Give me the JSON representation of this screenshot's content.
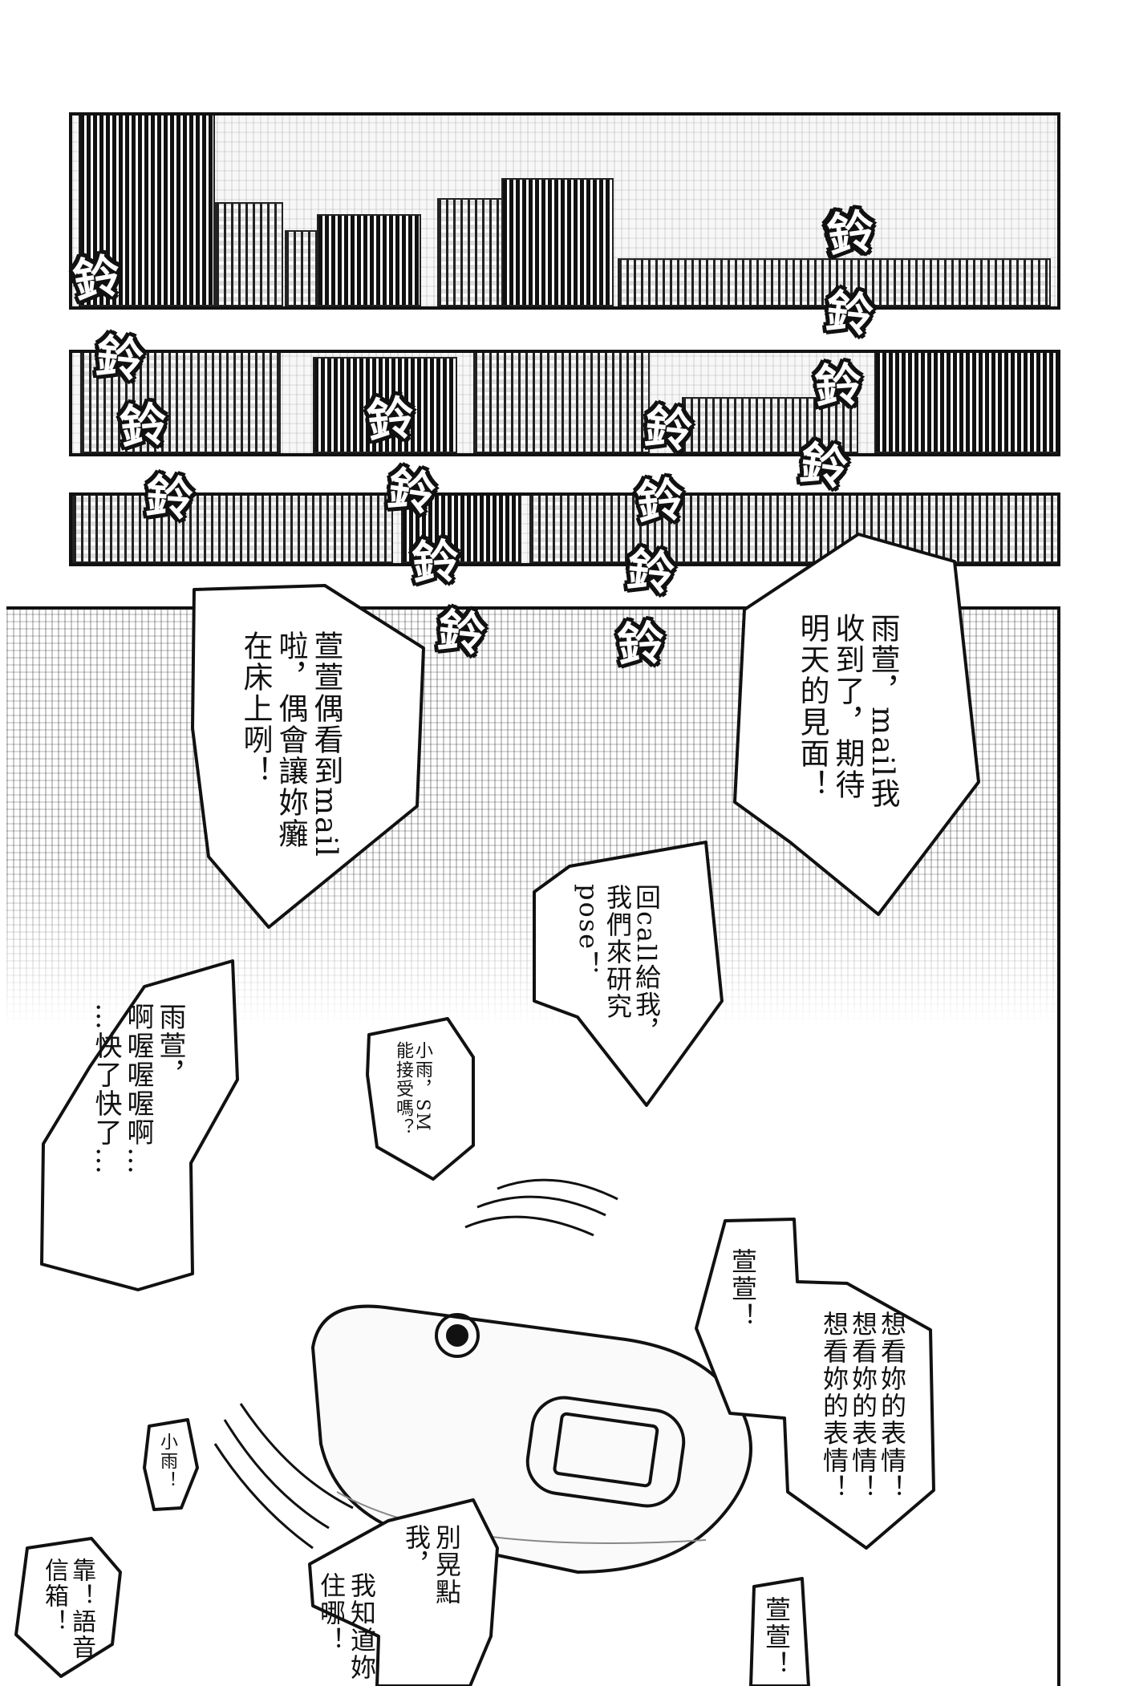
{
  "sfx": {
    "ring": "鈴"
  },
  "bubbles": {
    "b1": "雨萱，mail我\n收到了，期待\n明天的見面！",
    "b2": "萱萱偶看到mail\n啦，偶會讓妳癱\n在床上咧！",
    "b3": "回call給我，\n我們來研究\npose！",
    "b4": "小雨，SM\n能接受嗎？",
    "b5": "雨萱，\n啊喔喔喔啊…\n…快了快了…",
    "b6": "萱萱！",
    "b7": "想看妳的表情！\n想看妳的表情！\n想看妳的表情！",
    "b8": "小雨！",
    "b9": "靠！語音\n信箱！",
    "b10": "別晃點\n我，",
    "b11": "我知道妳\n住哪！",
    "b12": "萱萱！"
  },
  "colors": {
    "ink": "#111111",
    "paper": "#ffffff"
  }
}
